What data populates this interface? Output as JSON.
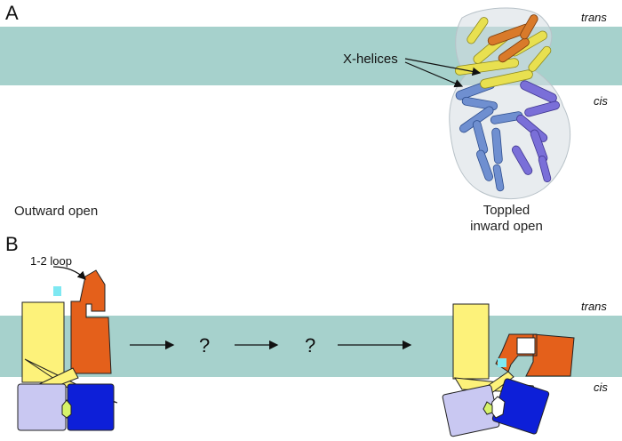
{
  "panel_a": {
    "label": "A",
    "trans_label": "trans",
    "cis_label": "cis",
    "x_helices_label": "X-helices",
    "caption_left": "Outward open",
    "caption_right_line1": "Toppled",
    "caption_right_line2": "inward open"
  },
  "panel_b": {
    "label": "B",
    "trans_label": "trans",
    "cis_label": "cis",
    "loop_label": "1-2 loop",
    "question_1": "?",
    "question_2": "?"
  },
  "colors": {
    "membrane": "#a6d1cc",
    "yellow_domain": "#fdf27a",
    "orange_domain": "#e4601b",
    "lavender_domain": "#c9c8f2",
    "blue_domain": "#0d1fd8",
    "cyan_marker": "#7ee8f2",
    "lime_hinge": "#d6f26a",
    "protein_blue": "#6f8fd0",
    "protein_purple": "#7a6fd8",
    "protein_yellow": "#e8e050",
    "protein_orange": "#d97a2a"
  }
}
